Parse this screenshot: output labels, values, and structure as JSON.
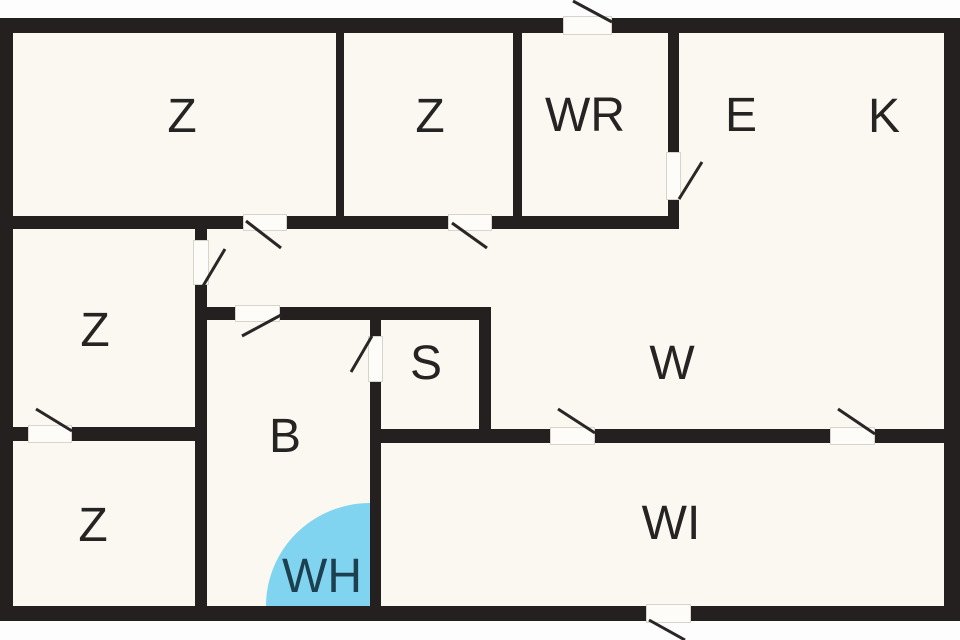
{
  "plan": {
    "type": "floor-plan",
    "rooms": {
      "z1": {
        "label": "Z"
      },
      "z2": {
        "label": "Z"
      },
      "wr": {
        "label": "WR"
      },
      "e": {
        "label": "E"
      },
      "k": {
        "label": "K"
      },
      "z3": {
        "label": "Z"
      },
      "s": {
        "label": "S"
      },
      "w": {
        "label": "W"
      },
      "z4": {
        "label": "Z"
      },
      "b": {
        "label": "B"
      },
      "wh": {
        "label": "WH"
      },
      "wi": {
        "label": "WI"
      }
    },
    "colors": {
      "wall": "#242020",
      "floor": "#faf8f1",
      "background": "#fdfdfd",
      "door_gap": "#fdfcf8",
      "swing_line": "#2a2626",
      "label_text": "#262323",
      "water_heater_fill": "#81d4f0",
      "water_heater_text": "#1c4050"
    }
  }
}
